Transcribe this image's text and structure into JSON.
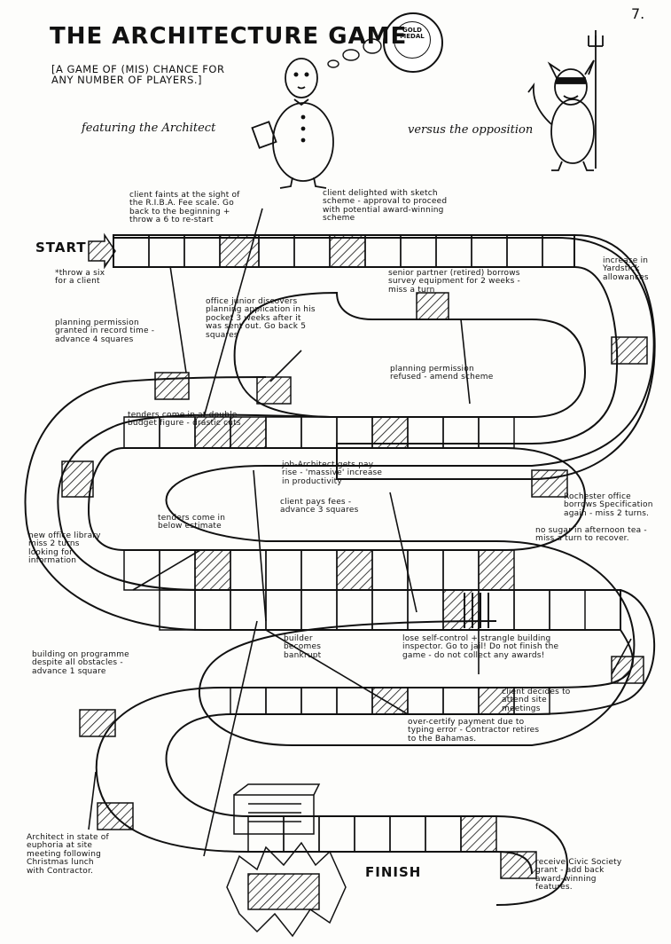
{
  "page": {
    "number": "7.",
    "title": "THE ARCHITECTURE GAME",
    "subtitle": "[A GAME OF (MIS) CHANCE FOR ANY NUMBER OF PLAYERS.]",
    "featuring": "featuring the Architect",
    "versus": "versus the opposition",
    "badge": "GOLD MEDAL",
    "start": "START",
    "start_note": "*throw a six for a client",
    "finish": "FINISH"
  },
  "squares": [
    {
      "text": "client faints at the sight of the R.I.B.A. Fee scale. Go back to the beginning + throw a 6 to re-start"
    },
    {
      "text": "client delighted with sketch scheme - approval to proceed with potential award-winning scheme"
    },
    {
      "text": "increase in Yardstick allowances"
    },
    {
      "text": "senior partner (retired) borrows survey equipment for 2 weeks - miss a turn"
    },
    {
      "text": "office junior discovers planning application in his pocket 3 weeks after it was sent out. Go back 5 squares"
    },
    {
      "text": "planning permission granted in record time - advance 4 squares"
    },
    {
      "text": "planning permission refused - amend scheme"
    },
    {
      "text": "tenders come in at double budget figure - drastic cuts"
    },
    {
      "text": "job-Architect gets pay rise - 'massive' increase in productivity"
    },
    {
      "text": "Rochester office borrows Specification again - miss 2 turns."
    },
    {
      "text": "client pays fees - advance 3 squares"
    },
    {
      "text": "tenders come in below estimate"
    },
    {
      "text": "no sugar in afternoon tea - miss a turn to recover."
    },
    {
      "text": "new office library miss 2 turns looking for information"
    },
    {
      "text": "builder becomes bankrupt"
    },
    {
      "text": "lose self-control + strangle building inspector. Go to jail! Do not finish the game - do not collect any awards!"
    },
    {
      "text": "building on programme despite all obstacles - advance 1 square"
    },
    {
      "text": "client decides to attend site meetings"
    },
    {
      "text": "over-certify payment due to typing error - Contractor retires to the Bahamas."
    },
    {
      "text": "Architect in state of euphoria at site meeting following Christmas lunch with Contractor."
    },
    {
      "text": "receive Civic Society grant - add back award-winning features."
    }
  ]
}
